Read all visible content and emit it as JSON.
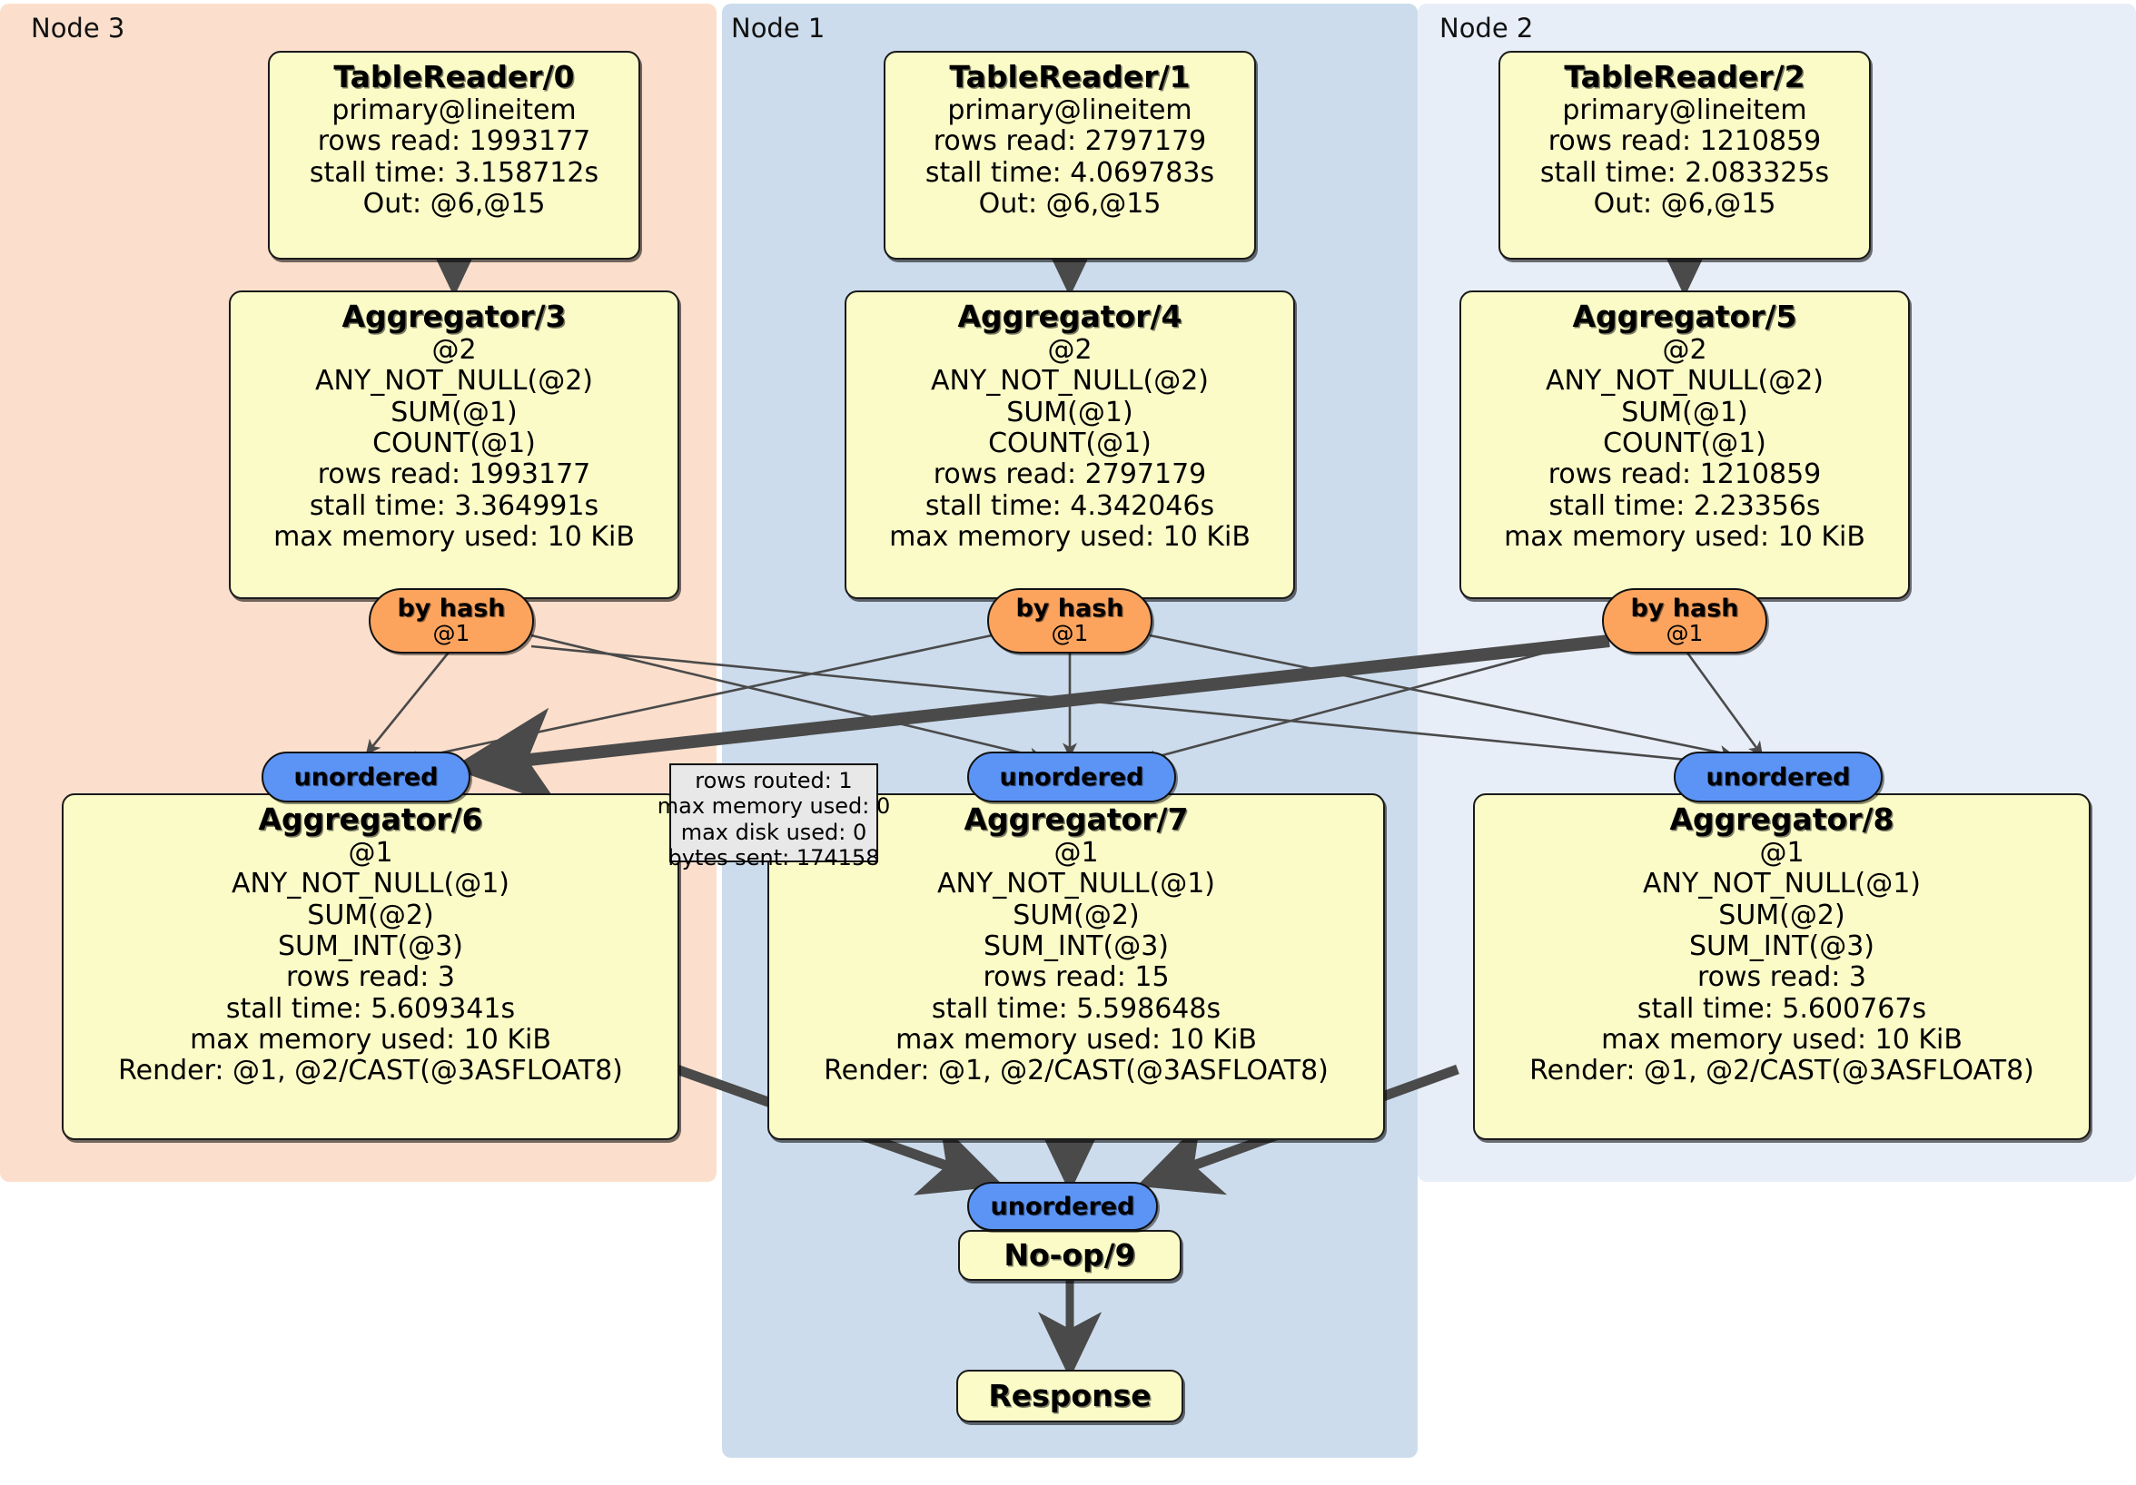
{
  "diagram": {
    "type": "distsql-flow-diagram",
    "colors": {
      "node_fill": "#fbfbc8",
      "node_stroke": "#1a1a1a",
      "hash_badge_fill": "#fca45e",
      "unordered_badge_fill": "#5b94f5",
      "cluster_node3_fill": "#fbdfcc",
      "cluster_node1_fill": "#ccdcec",
      "cluster_node2_fill": "#e8eef8",
      "tooltip_fill": "#e8e8e8",
      "edge_stroke": "#4a4a4a"
    }
  },
  "clusters": [
    {
      "id": "node3",
      "label": "Node 3"
    },
    {
      "id": "node1",
      "label": "Node 1"
    },
    {
      "id": "node2",
      "label": "Node 2"
    }
  ],
  "nodes": {
    "tablereader0": {
      "title": "TableReader/0",
      "lines": [
        "primary@lineitem",
        "rows read: 1993177",
        "stall time: 3.158712s",
        "Out: @6,@15"
      ]
    },
    "tablereader1": {
      "title": "TableReader/1",
      "lines": [
        "primary@lineitem",
        "rows read: 2797179",
        "stall time: 4.069783s",
        "Out: @6,@15"
      ]
    },
    "tablereader2": {
      "title": "TableReader/2",
      "lines": [
        "primary@lineitem",
        "rows read: 1210859",
        "stall time: 2.083325s",
        "Out: @6,@15"
      ]
    },
    "aggregator3": {
      "title": "Aggregator/3",
      "lines": [
        "@2",
        "ANY_NOT_NULL(@2)",
        "SUM(@1)",
        "COUNT(@1)",
        "rows read: 1993177",
        "stall time: 3.364991s",
        "max memory used: 10 KiB"
      ]
    },
    "aggregator4": {
      "title": "Aggregator/4",
      "lines": [
        "@2",
        "ANY_NOT_NULL(@2)",
        "SUM(@1)",
        "COUNT(@1)",
        "rows read: 2797179",
        "stall time: 4.342046s",
        "max memory used: 10 KiB"
      ]
    },
    "aggregator5": {
      "title": "Aggregator/5",
      "lines": [
        "@2",
        "ANY_NOT_NULL(@2)",
        "SUM(@1)",
        "COUNT(@1)",
        "rows read: 1210859",
        "stall time: 2.23356s",
        "max memory used: 10 KiB"
      ]
    },
    "aggregator6": {
      "title": "Aggregator/6",
      "lines": [
        "@1",
        "ANY_NOT_NULL(@1)",
        "SUM(@2)",
        "SUM_INT(@3)",
        "rows read: 3",
        "stall time: 5.609341s",
        "max memory used: 10 KiB",
        "Render: @1, @2/CAST(@3ASFLOAT8)"
      ]
    },
    "aggregator7": {
      "title": "Aggregator/7",
      "lines": [
        "@1",
        "ANY_NOT_NULL(@1)",
        "SUM(@2)",
        "SUM_INT(@3)",
        "rows read: 15",
        "stall time: 5.598648s",
        "max memory used: 10 KiB",
        "Render: @1, @2/CAST(@3ASFLOAT8)"
      ]
    },
    "aggregator8": {
      "title": "Aggregator/8",
      "lines": [
        "@1",
        "ANY_NOT_NULL(@1)",
        "SUM(@2)",
        "SUM_INT(@3)",
        "rows read: 3",
        "stall time: 5.600767s",
        "max memory used: 10 KiB",
        "Render: @1, @2/CAST(@3ASFLOAT8)"
      ]
    },
    "noop9": {
      "title": "No-op/9",
      "lines": []
    },
    "response": {
      "title": "Response",
      "lines": []
    }
  },
  "badges": {
    "hash_left": {
      "line1": "by hash",
      "line2": "@1"
    },
    "hash_mid": {
      "line1": "by hash",
      "line2": "@1"
    },
    "hash_right": {
      "line1": "by hash",
      "line2": "@1"
    },
    "unordered_left": {
      "line1": "unordered"
    },
    "unordered_mid": {
      "line1": "unordered"
    },
    "unordered_right": {
      "line1": "unordered"
    },
    "unordered_final": {
      "line1": "unordered"
    }
  },
  "tooltip": {
    "lines": [
      "rows routed: 1",
      "max memory used: 0",
      "max disk used: 0",
      "bytes sent: 174158"
    ]
  }
}
